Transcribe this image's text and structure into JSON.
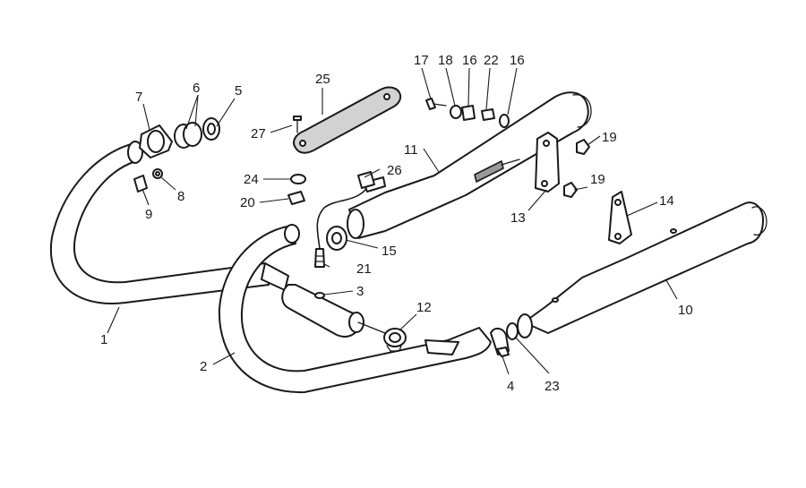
{
  "callouts": {
    "c1": "1",
    "c2": "2",
    "c3": "3",
    "c4": "4",
    "c5": "5",
    "c6": "6",
    "c7": "7",
    "c8": "8",
    "c9": "9",
    "c10": "10",
    "c11": "11",
    "c12": "12",
    "c13": "13",
    "c14": "14",
    "c15": "15",
    "c16a": "16",
    "c16b": "16",
    "c17": "17",
    "c18": "18",
    "c19a": "19",
    "c19b": "19",
    "c20": "20",
    "c21": "21",
    "c22": "22",
    "c23": "23",
    "c24": "24",
    "c25": "25",
    "c26": "26",
    "c27": "27"
  }
}
